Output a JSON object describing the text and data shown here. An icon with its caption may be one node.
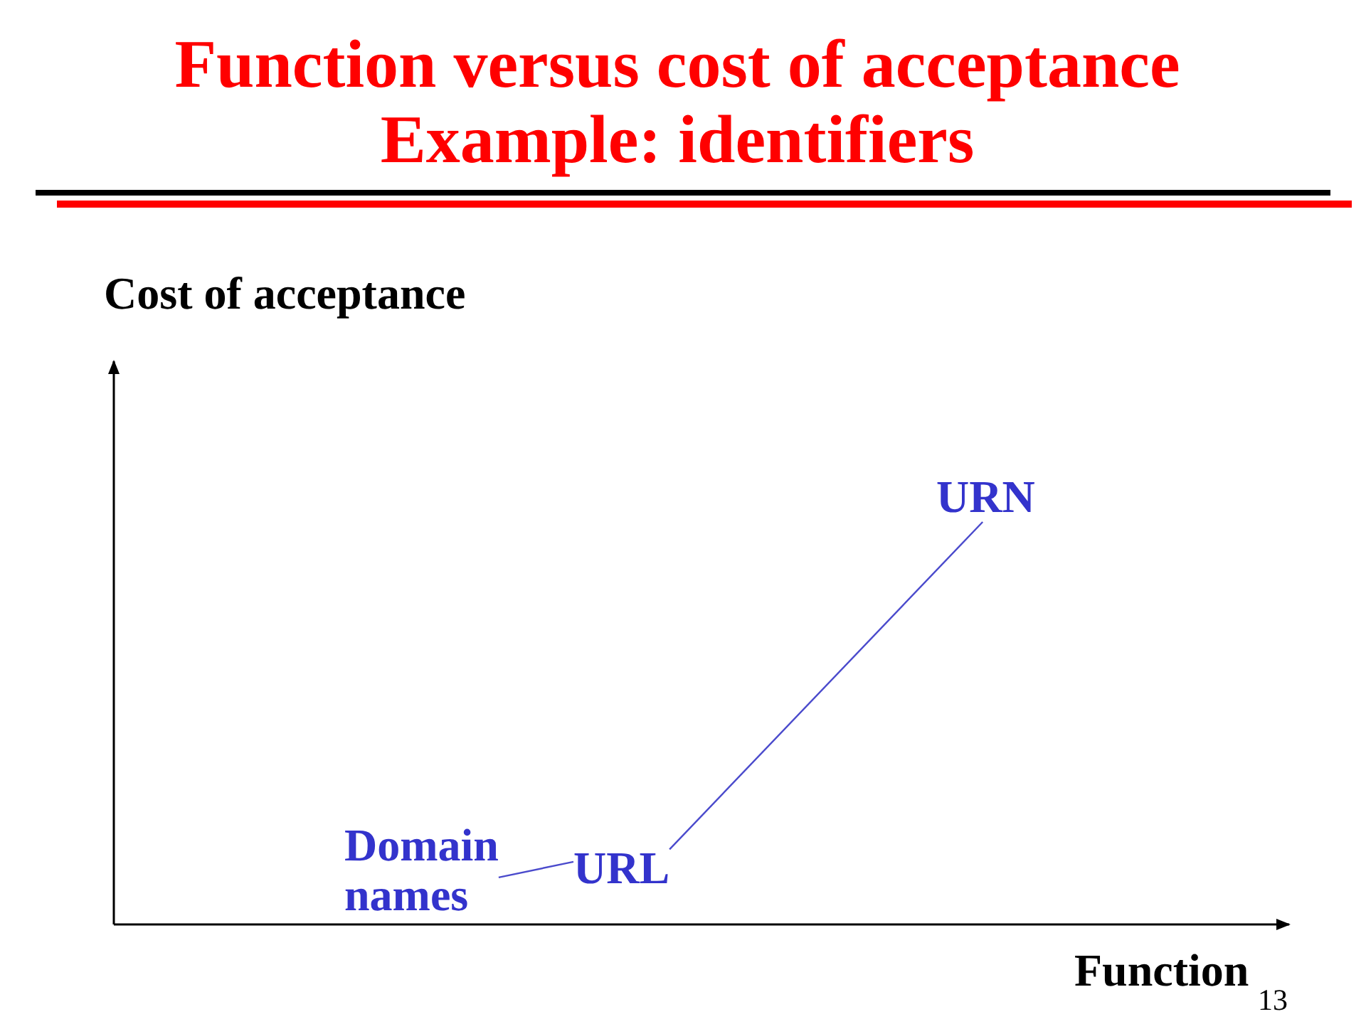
{
  "diagram": {
    "title": "Function versus cost of acceptance Example: identifiers",
    "nodes": [
      {
        "text": [
          "Domain names"
        ]
      },
      {
        "text": [
          "URL"
        ]
      },
      {
        "text": [
          "URN"
        ]
      }
    ],
    "edges": [
      {
        "from": 0,
        "to": 1,
        "arrow": "none"
      },
      {
        "from": 1,
        "to": 2,
        "arrow": "none"
      }
    ],
    "labels": [
      "Cost of acceptance",
      "Function",
      "13"
    ]
  }
}
